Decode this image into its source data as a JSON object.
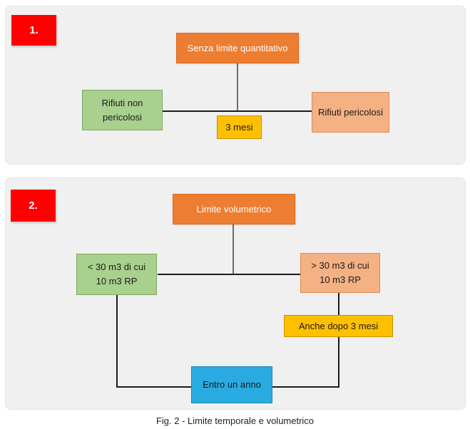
{
  "palette": {
    "panel_background": "#F0F0F1",
    "red": "#FF0000",
    "orange_fill": "#ED7D31",
    "orange_border": "#D86B20",
    "green_fill": "#A9D18E",
    "green_border": "#7CA761",
    "salmon_fill": "#F4B183",
    "salmon_border": "#E08B4E",
    "yellow_fill": "#FFC000",
    "yellow_border": "#C79100",
    "blue_fill": "#29ABE2",
    "blue_border": "#1D83B4",
    "connector_black": "#1C1C1C",
    "connector_gray": "#6E6E6E",
    "text_dark": "#1A1A1A",
    "text_light": "#FFFFFF"
  },
  "panels": [
    {
      "number_label": "1.",
      "root_box": "Senza limite quantitativo",
      "left_box": "Rifiuti non pericolosi",
      "right_box": "Rifiuti pericolosi",
      "middle_box": "3 mesi"
    },
    {
      "number_label": "2.",
      "root_box": "Limite volumetrico",
      "left_box": "< 30 m3 di cui 10 m3 RP",
      "right_box": "> 30 m3 di cui 10 m3 RP",
      "condition_box": "Anche dopo 3 mesi",
      "result_box": "Entro un anno"
    }
  ],
  "caption": "Fig. 2 - Limite temporale e volumetrico"
}
